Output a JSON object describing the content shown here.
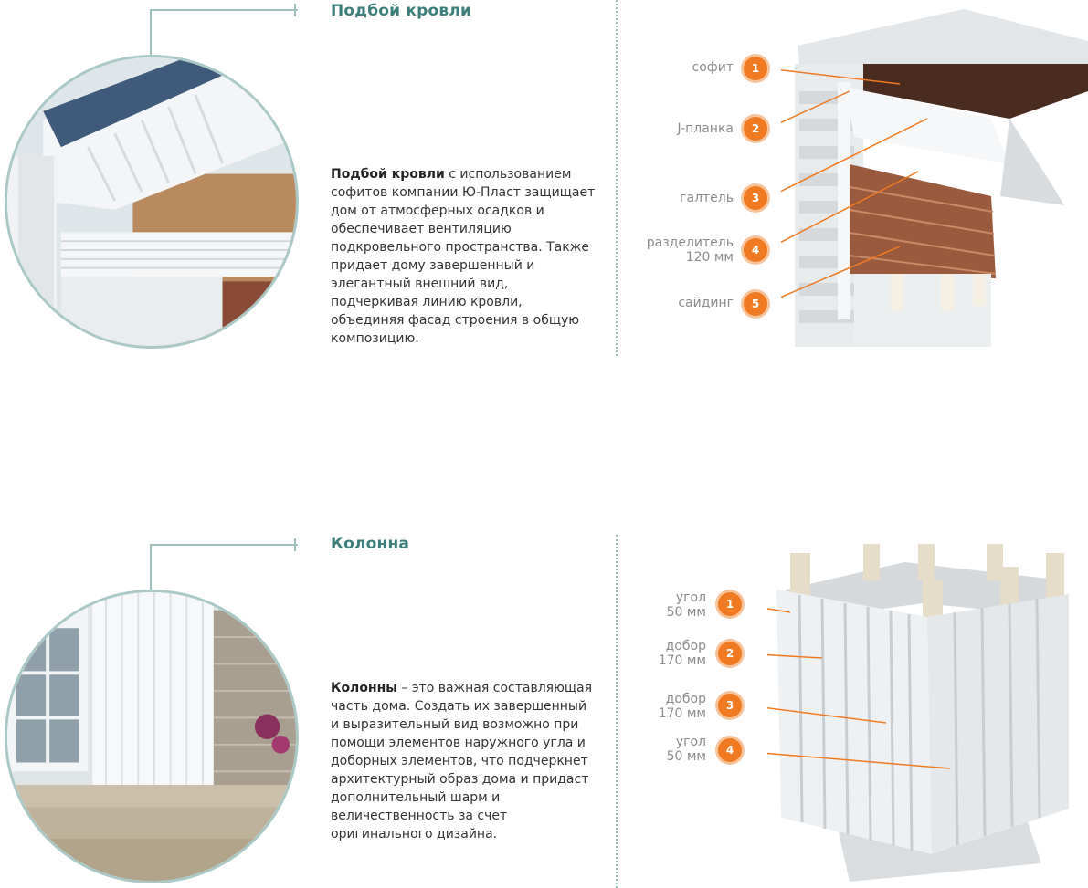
{
  "roof_section": {
    "title": "Подбой кровли",
    "description_bold": "Подбой кровли",
    "description_rest": " с использованием софитов компании Ю-Пласт защищает дом от атмосферных осадков и обеспечивает вентиляцию подкровельного пространства. Также придает дому завершенный и элегантный внешний вид, подчеркивая линию кровли, объединяя фасад строения в общую композицию.",
    "callouts": [
      {
        "number": "1",
        "label": "софит"
      },
      {
        "number": "2",
        "label": "J-планка"
      },
      {
        "number": "3",
        "label": "галтель"
      },
      {
        "number": "4",
        "label": "разделитель\n120 мм"
      },
      {
        "number": "5",
        "label": "сайдинг"
      }
    ]
  },
  "column_section": {
    "title": "Колонна",
    "description_bold": "Колонны",
    "description_rest": " – это важная составляющая часть дома. Создать их завершенный и выразительный вид возможно при помощи элементов наружного угла и доборных элементов, что подчеркнет архитектурный образ дома и придаст дополнительный шарм и величественность за счет оригинального дизайна.",
    "callouts": [
      {
        "number": "1",
        "label": "угол\n50 мм"
      },
      {
        "number": "2",
        "label": "добор\n170 мм"
      },
      {
        "number": "3",
        "label": "добор\n170 мм"
      },
      {
        "number": "4",
        "label": "угол\n50 мм"
      }
    ]
  },
  "colors": {
    "title_teal": "#3c7e79",
    "divider_teal": "#9fbfbd",
    "badge_orange": "#ef7a22"
  }
}
